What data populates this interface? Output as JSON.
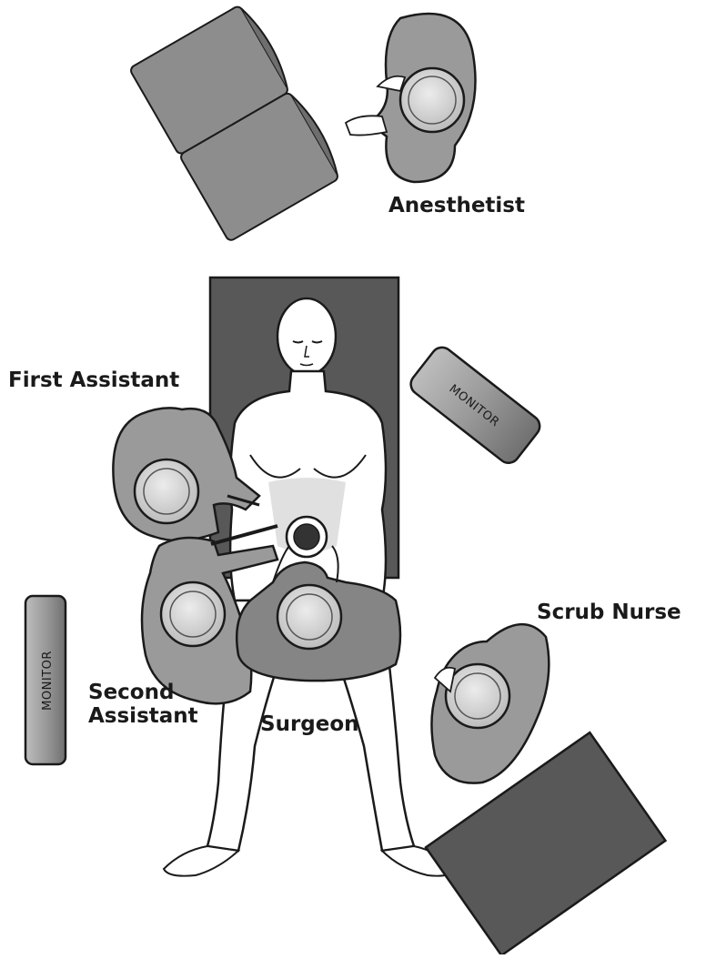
{
  "labels": {
    "anesthetist": "Anesthetist",
    "first_assistant": "First Assistant",
    "second_assistant": "Second\nAssistant",
    "surgeon": "Surgeon",
    "scrub_nurse": "Scrub Nurse"
  },
  "monitors": {
    "right": "MONITOR",
    "left": "MONITOR"
  },
  "colors": {
    "figure_fill": "#9a9a9a",
    "table_fill": "#585858",
    "outline": "#1a1a1a",
    "head_fill": "#d8d8d8",
    "skin": "#ffffff"
  }
}
